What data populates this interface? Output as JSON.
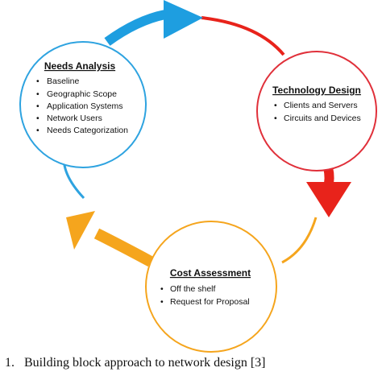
{
  "nodes": {
    "needs": {
      "title": "Needs Analysis",
      "color": "#2ea3e0",
      "items": [
        "Baseline",
        "Geographic Scope",
        "Application Systems",
        "Network Users",
        "Needs Categorization"
      ]
    },
    "tech": {
      "title": "Technology Design",
      "color": "#e0303a",
      "items": [
        "Clients and Servers",
        "Circuits and Devices"
      ]
    },
    "cost": {
      "title": "Cost Assessment",
      "color": "#f5a51d",
      "items": [
        "Off the shelf",
        "Request for Proposal"
      ]
    }
  },
  "arrow_colors": {
    "blue": "#1e9ee0",
    "red": "#e8231b",
    "orange": "#f5a51d"
  },
  "caption": {
    "number": "1.",
    "text": "Building block approach to network design [3]"
  }
}
